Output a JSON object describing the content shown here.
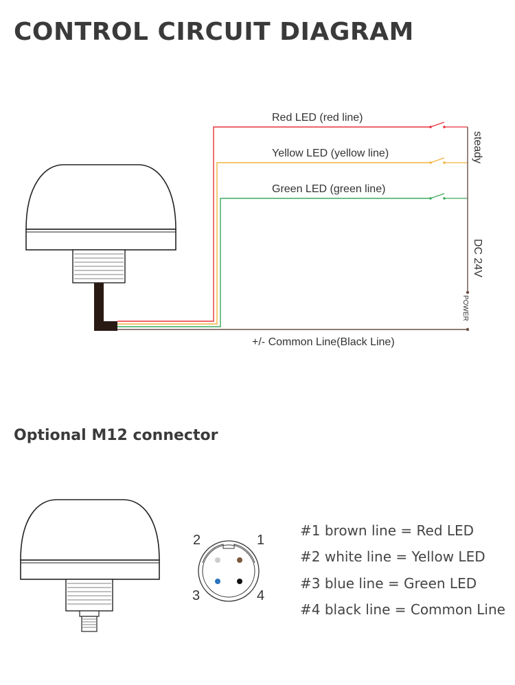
{
  "header": {
    "title": "CONTROL CIRCUIT DIAGRAM"
  },
  "circuit": {
    "red_label": "Red LED (red line)",
    "yellow_label": "Yellow LED (yellow line)",
    "green_label": "Green LED (green line)",
    "common_label": "+/- Common Line(Black Line)",
    "steady_label": "steady",
    "voltage_label": "DC 24V",
    "power_label": "POWER",
    "colors": {
      "red": "#e8303a",
      "yellow": "#f2b33d",
      "green": "#3aaa5a",
      "black": "#2a1a14"
    }
  },
  "connector": {
    "title": "Optional M12 connector",
    "pins": [
      {
        "number": "1",
        "color": "#7a5a3c"
      },
      {
        "number": "2",
        "color": "#cccccc"
      },
      {
        "number": "3",
        "color": "#2a73c0"
      },
      {
        "number": "4",
        "color": "#111111"
      }
    ],
    "legend": [
      "#1 brown line = Red LED",
      "#2 white line = Yellow LED",
      "#3 blue line = Green LED",
      "#4 black line = Common Line"
    ]
  }
}
